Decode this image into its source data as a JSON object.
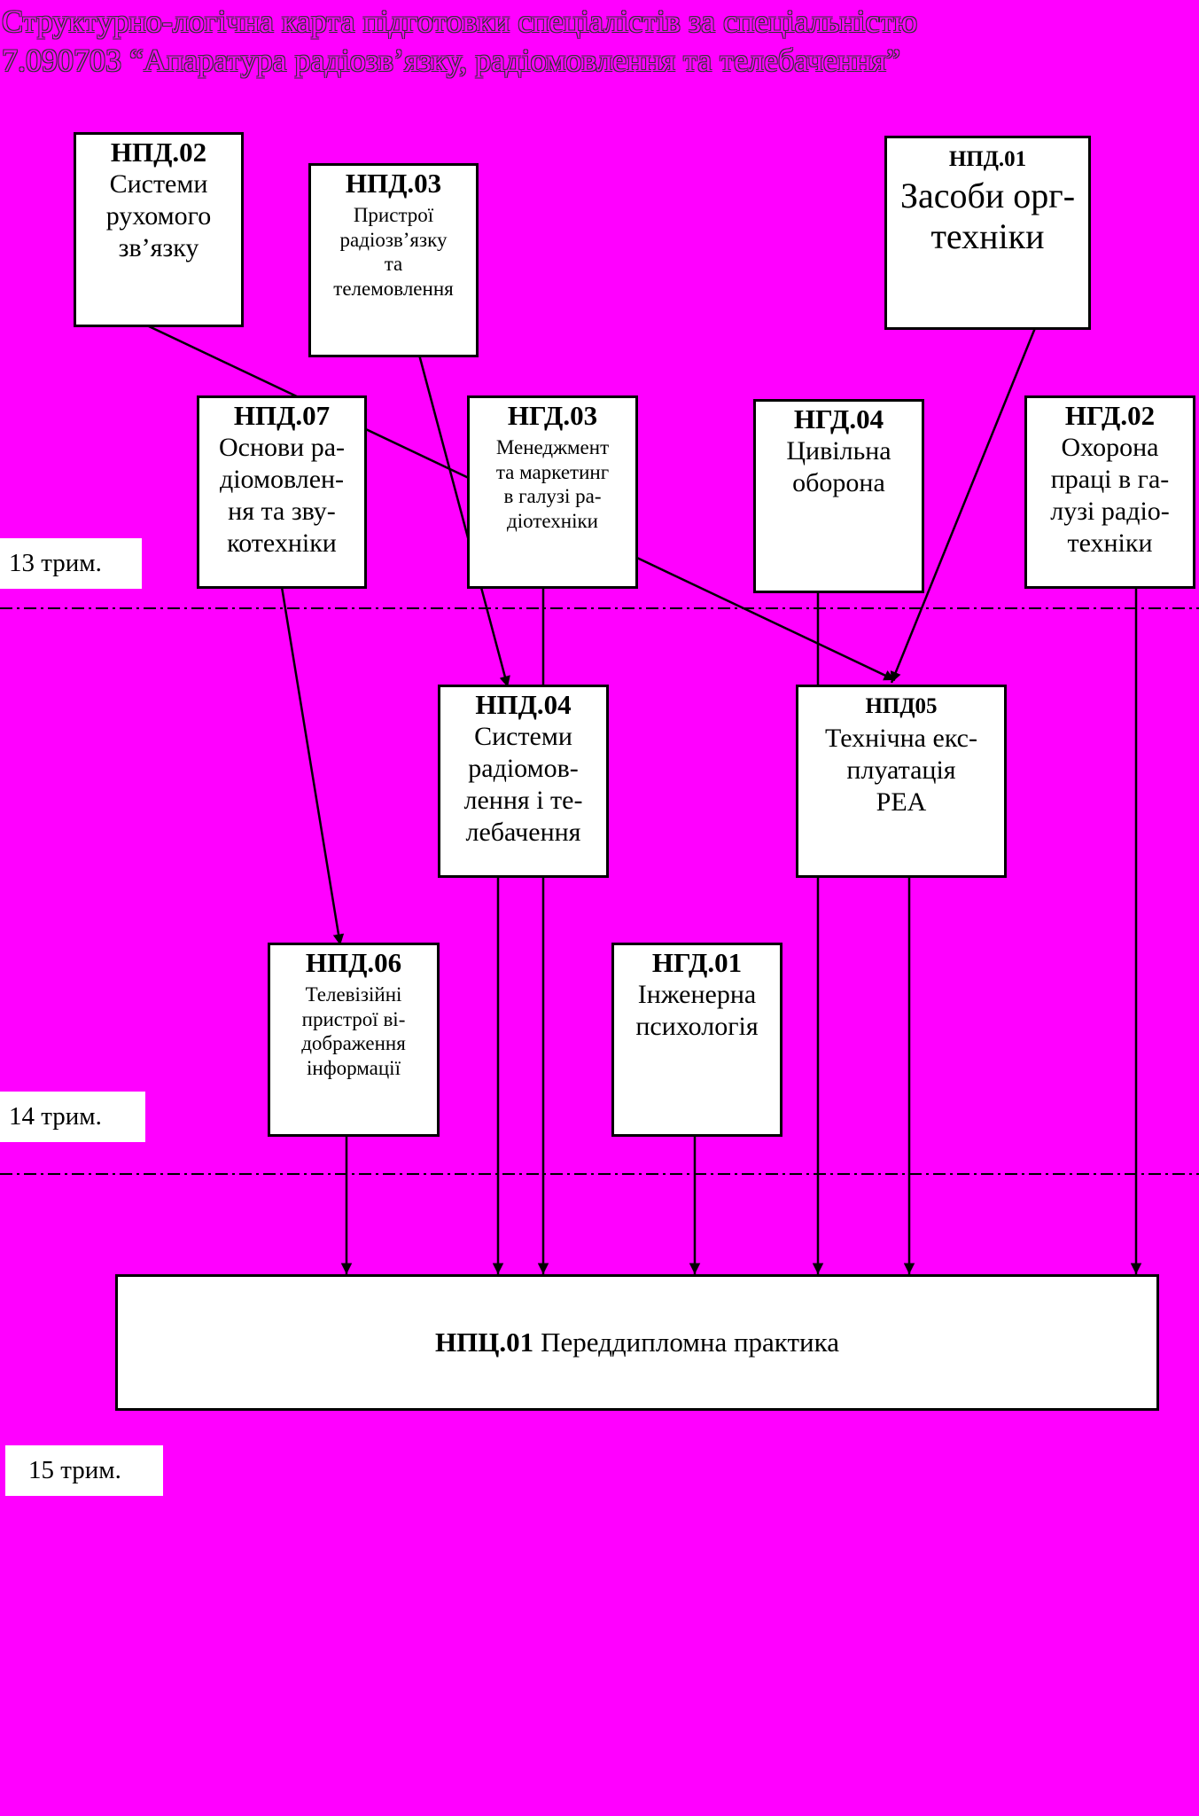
{
  "title": {
    "line1": "Структурно-логічна карта підготовки спеціалістів за спеціальністю",
    "line2": "7.090703 “Апаратура радіозв’язку, радіомовлення та телебачення”"
  },
  "terms": [
    "13 трим.",
    "14 трим.",
    "15 трим."
  ],
  "boxes": {
    "npd02": {
      "code": "НПД.02",
      "name": [
        "Системи",
        "рухомого",
        "зв’язку"
      ]
    },
    "npd03": {
      "code": "НПД.03",
      "name": [
        "Пристрої",
        "радіозв’язку",
        "та",
        "телемовлення"
      ]
    },
    "npd01": {
      "code": "НПД.01",
      "name": [
        "Засоби орг-",
        "техніки"
      ]
    },
    "npd07": {
      "code": "НПД.07",
      "name": [
        "Основи ра-",
        "діомовлен-",
        "ня та зву-",
        "котехніки"
      ]
    },
    "ngd03": {
      "code": "НГД.03",
      "name": [
        "Менеджмент",
        "та маркетинг",
        "в галузі ра-",
        "діотехніки"
      ]
    },
    "ngd04": {
      "code": "НГД.04",
      "name": [
        "Цивільна",
        "оборона"
      ]
    },
    "ngd02": {
      "code": "НГД.02",
      "name": [
        "Охорона",
        "праці в га-",
        "лузі радіо-",
        "техніки"
      ]
    },
    "npd04": {
      "code": "НПД.04",
      "name": [
        "Системи",
        "радіомов-",
        "лення і те-",
        "лебачення"
      ]
    },
    "npd05": {
      "code": "НПД05",
      "name": [
        "Технічна екс-",
        "плуатація",
        "РЕА"
      ]
    },
    "npd06": {
      "code": "НПД.06",
      "name": [
        "Телевізійні",
        "пристрої ві-",
        "дображення",
        "інформації"
      ]
    },
    "ngd01": {
      "code": "НГД.01",
      "name": [
        "Інженерна",
        "психологія"
      ]
    }
  },
  "final": {
    "code": "НПЦ.01",
    "name": "Переддипломна практика"
  },
  "colors": {
    "background": "#ff00ff",
    "box": "#ffffff",
    "line": "#000000"
  }
}
